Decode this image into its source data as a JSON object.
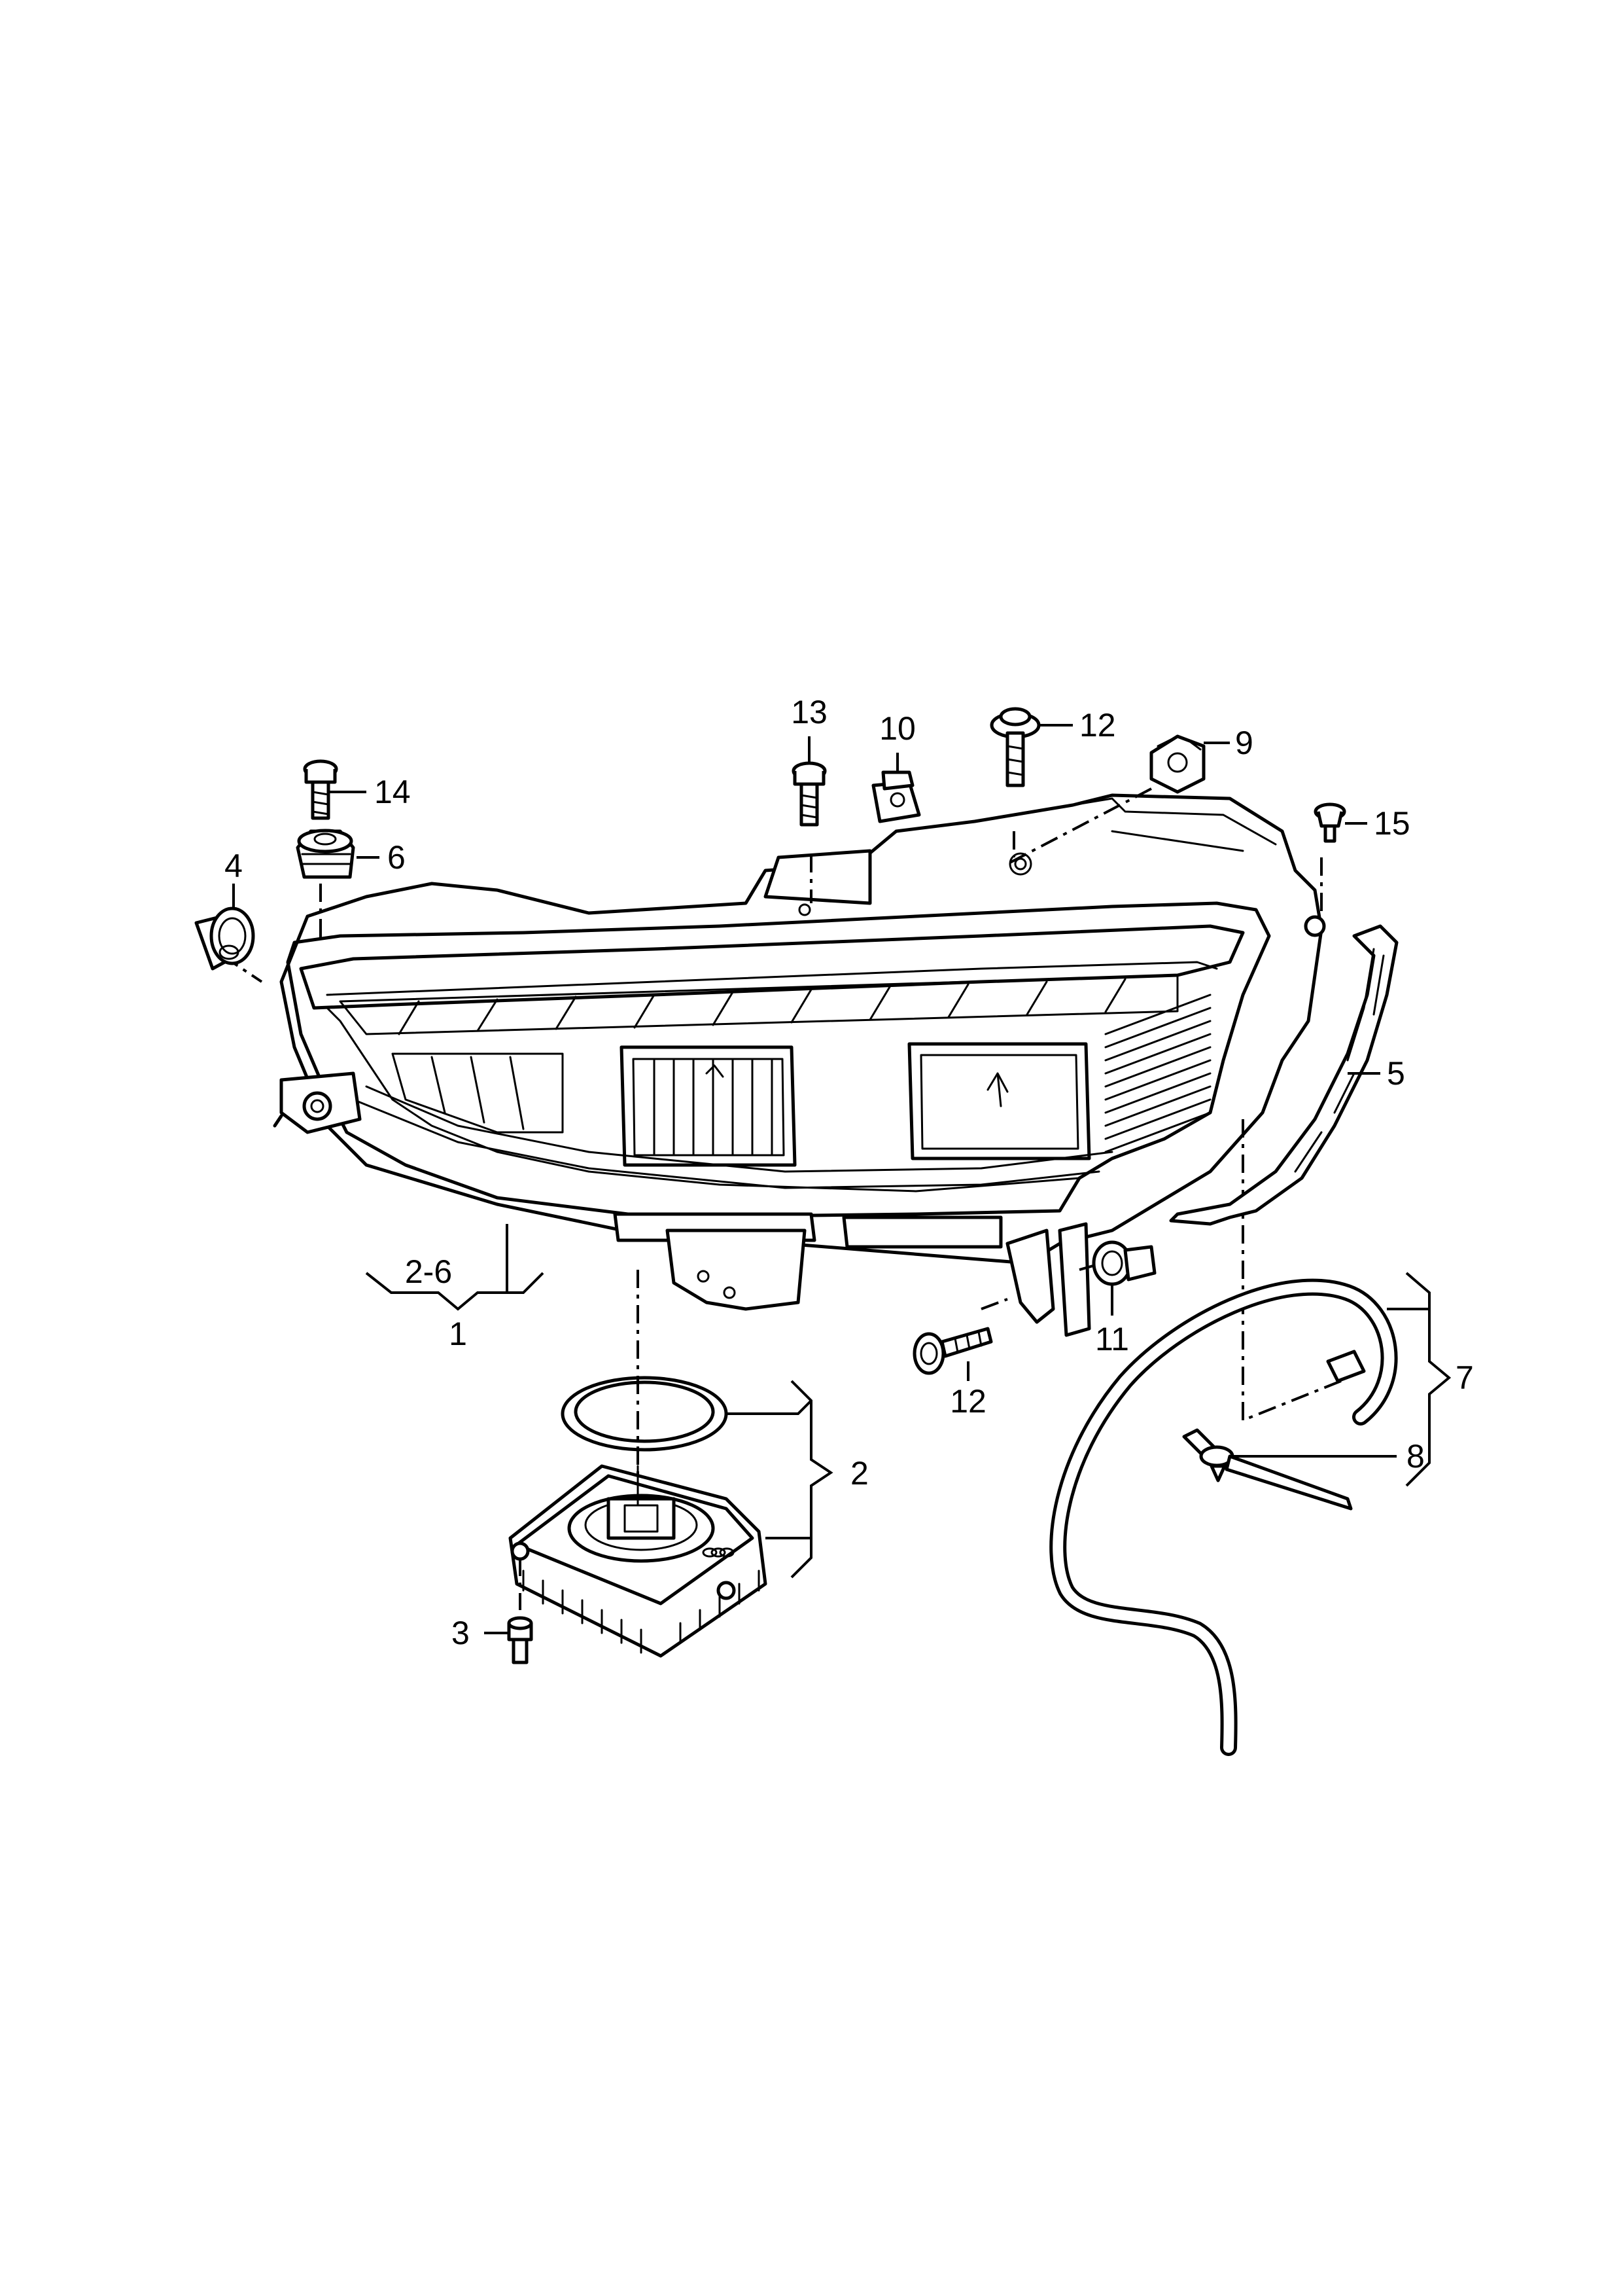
{
  "diagram": {
    "callouts": {
      "c1": "1",
      "c2_6": "2-6",
      "c2": "2",
      "c3": "3",
      "c4": "4",
      "c5": "5",
      "c6": "6",
      "c7": "7",
      "c8": "8",
      "c9": "9",
      "c10": "10",
      "c11": "11",
      "c12_top": "12",
      "c12_bottom": "12",
      "c13": "13",
      "c14": "14",
      "c15": "15"
    }
  }
}
